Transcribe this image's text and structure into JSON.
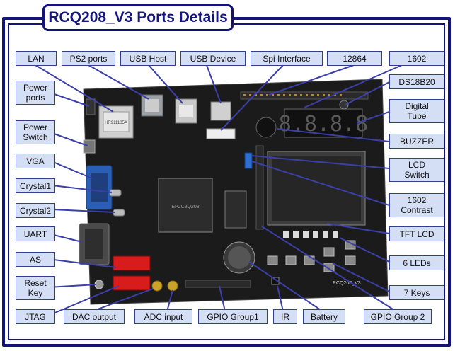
{
  "title": "RCQ208_V3 Ports Details",
  "labels": {
    "lan": "LAN",
    "ps2": "PS2 ports",
    "usb_host": "USB Host",
    "usb_device": "USB Device",
    "spi": "Spi Interface",
    "m12864": "12864",
    "m1602": "1602",
    "power_ports": "Power\nports",
    "ds18b20": "DS18B20",
    "digital_tube": "Digital\nTube",
    "power_switch": "Power\nSwitch",
    "buzzer": "BUZZER",
    "vga": "VGA",
    "lcd_switch": "LCD\nSwitch",
    "crystal1": "Crystal1",
    "contrast": "1602\nContrast",
    "crystal2": "Crystal2",
    "uart": "UART",
    "tft": "TFT LCD",
    "as": "AS",
    "leds": "6 LEDs",
    "reset": "Reset\nKey",
    "keys": "7 Keys",
    "jtag": "JTAG",
    "dac": "DAC output",
    "adc": "ADC input",
    "gpio1": "GPIO Group1",
    "ir": "IR",
    "battery": "Battery",
    "gpio2": "GPIO Group 2"
  },
  "board": {
    "fpga_label": "EP2C8Q208",
    "board_name": "RCQ208_V3",
    "lan_jack_text": "HR911105A",
    "board_colors": {
      "pcb": "#1c1c1c",
      "label_bg": "#d4def4",
      "frame": "#13137a",
      "lines": "#3b3fa8"
    }
  }
}
